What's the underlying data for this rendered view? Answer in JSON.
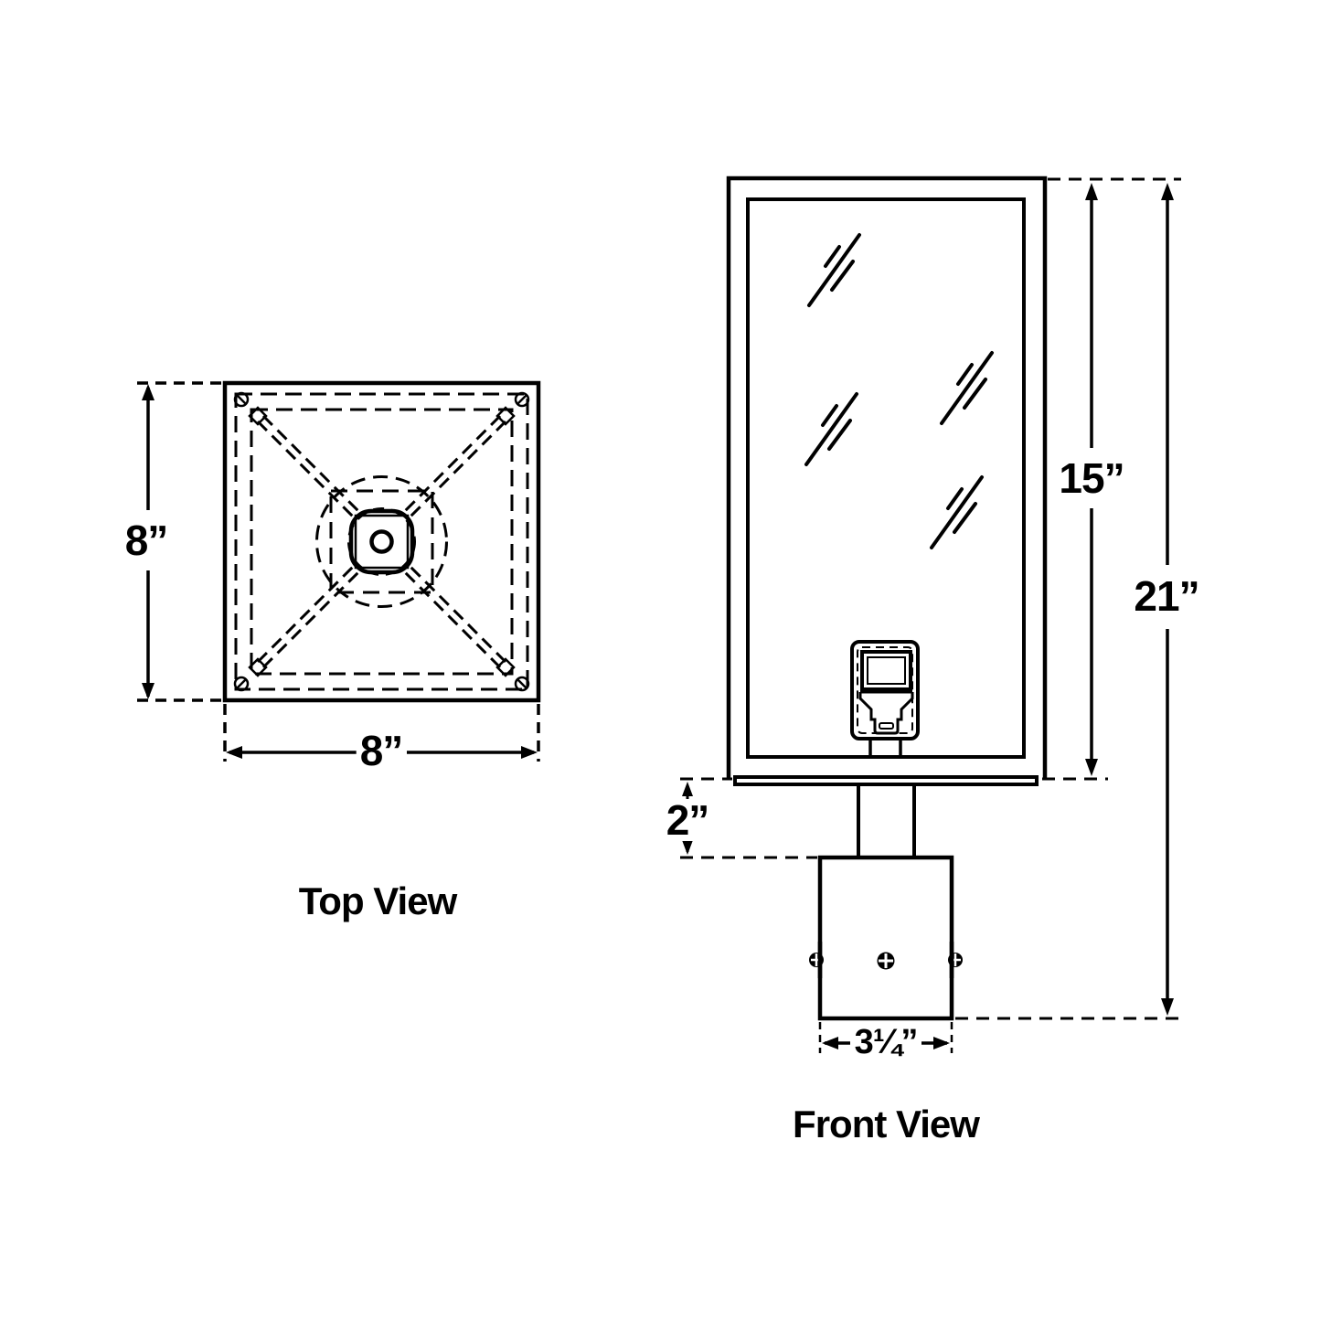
{
  "colors": {
    "ink": "#000000",
    "paper": "#ffffff"
  },
  "top_view": {
    "label": "Top View",
    "height_dim": "8”",
    "width_dim": "8”"
  },
  "front_view": {
    "label": "Front View",
    "glass_height_dim": "15”",
    "total_height_dim": "21”",
    "stem_height_dim": "2”",
    "post_width_dim": "3¼”"
  }
}
